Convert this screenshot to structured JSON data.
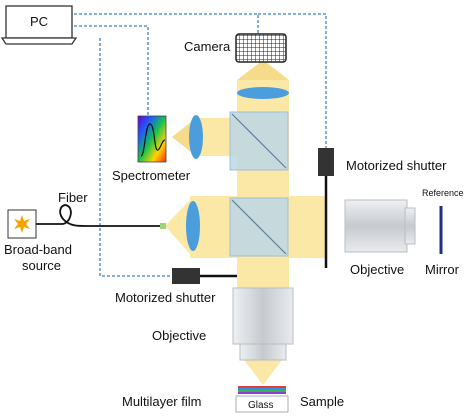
{
  "labels": {
    "pc": "PC",
    "camera": "Camera",
    "spectrometer": "Spectrometer",
    "fiber": "Fiber",
    "source_line1": "Broad-band",
    "source_line2": "source",
    "motorized_shutter_top": "Motorized shutter",
    "motorized_shutter_bottom": "Motorized shutter",
    "objective_right": "Objective",
    "objective_bottom": "Objective",
    "mirror": "Mirror",
    "reference": "Reference",
    "multilayer_film": "Multilayer film",
    "glass": "Glass",
    "sample": "Sample"
  },
  "colors": {
    "beam": "#fbe7a6",
    "beam_arrow": "#f6dc8a",
    "lens": "#4b9edb",
    "splitter": "#bcd7e6",
    "connection": "#3b82c4",
    "objective": "#cfd3d8",
    "shutter": "#333333"
  },
  "icons": {
    "source": "star-icon",
    "pc": "laptop-icon",
    "camera": "grid-sensor-icon",
    "spectrometer": "spectrum-icon"
  }
}
